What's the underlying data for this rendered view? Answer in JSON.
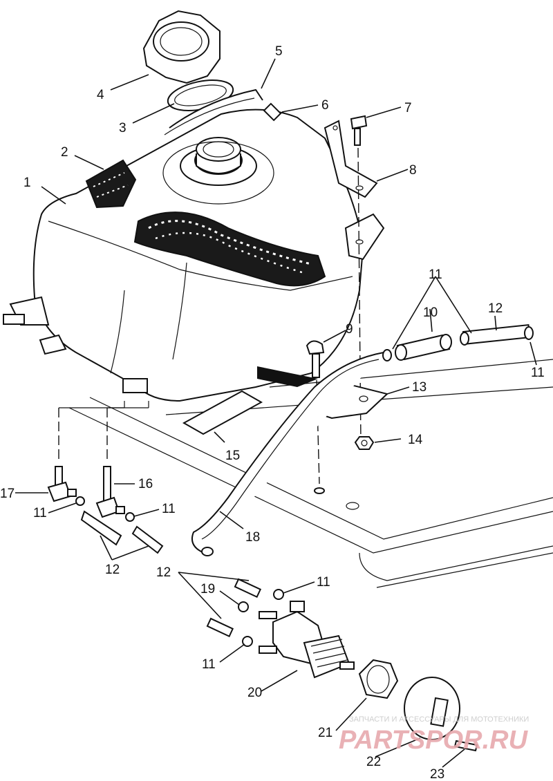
{
  "diagram": {
    "callouts": {
      "c1": "1",
      "c2": "2",
      "c3": "3",
      "c4": "4",
      "c5": "5",
      "c6": "6",
      "c7": "7",
      "c8": "8",
      "c9": "9",
      "c10": "10",
      "c11a": "11",
      "c11b": "11",
      "c11c": "11",
      "c11d": "11",
      "c11e": "11",
      "c11f": "11",
      "c12a": "12",
      "c12b": "12",
      "c12c": "12",
      "c13": "13",
      "c14": "14",
      "c15": "15",
      "c16": "16",
      "c17": "17",
      "c18": "18",
      "c19": "19",
      "c20": "20",
      "c21": "21",
      "c22": "22",
      "c23": "23"
    }
  },
  "watermark": {
    "tagline": "ЗАПЧАСТИ И АКСЕССУАРЫ ДЛЯ МОТОТЕХНИКИ",
    "logo": "PARTSPOR.RU",
    "color": "#e7a9ad"
  }
}
